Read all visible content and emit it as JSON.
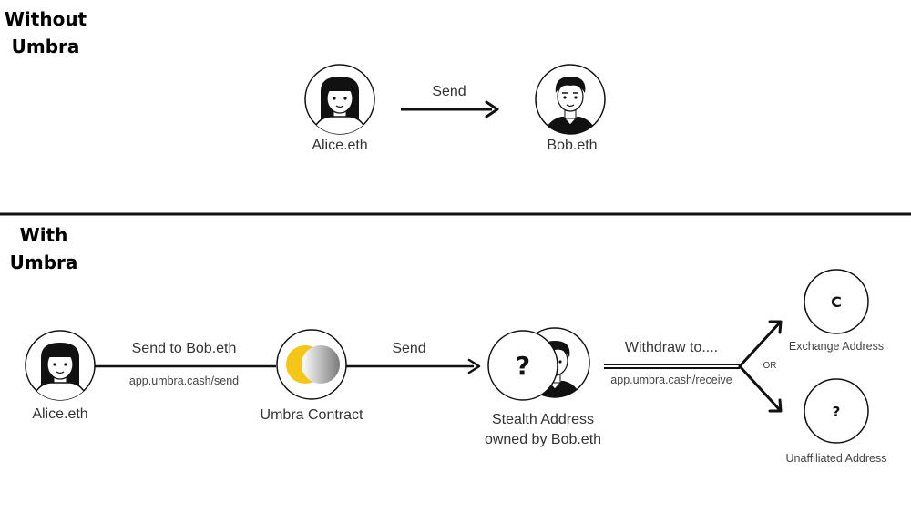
{
  "sections": {
    "without": {
      "heading_line1": "Without",
      "heading_line2": "Umbra"
    },
    "with": {
      "heading_line1": "With",
      "heading_line2": "Umbra"
    }
  },
  "top_flow": {
    "alice_label": "Alice.eth",
    "send_label": "Send",
    "bob_label": "Bob.eth"
  },
  "bottom_flow": {
    "alice_label": "Alice.eth",
    "send_to_bob_label": "Send to Bob.eth",
    "send_url": "app.umbra.cash/send",
    "contract_label": "Umbra Contract",
    "send_label": "Send",
    "stealth_symbol": "?",
    "stealth_label_line1": "Stealth Address",
    "stealth_label_line2": "owned by Bob.eth",
    "withdraw_label": "Withdraw to....",
    "receive_url": "app.umbra.cash/receive",
    "or_label": "OR",
    "exchange_symbol": "C",
    "exchange_label": "Exchange Address",
    "unaffiliated_symbol": "?",
    "unaffiliated_label": "Unaffiliated Address"
  },
  "colors": {
    "line": "#111111",
    "umbra_yellow": "#f5c518",
    "umbra_grey": "#8f8f8f"
  }
}
